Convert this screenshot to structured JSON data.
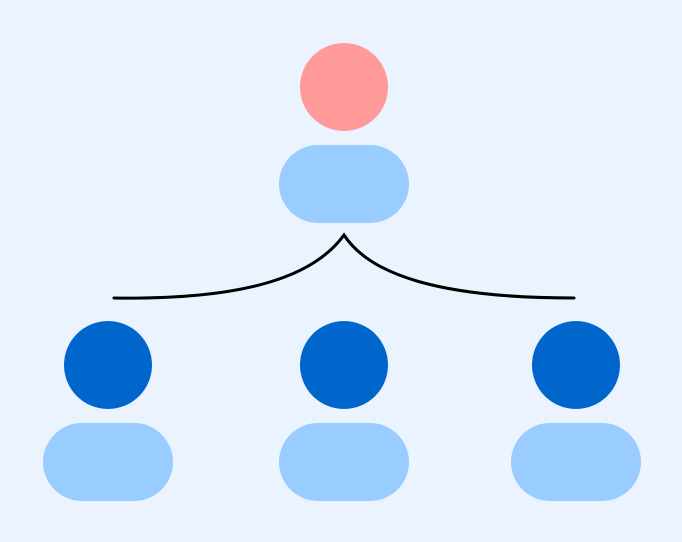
{
  "diagram": {
    "type": "hierarchy",
    "colors": {
      "background": "#EAF3FE",
      "leader_head": "#FF999A",
      "member_head": "#0066CC",
      "body": "#99CCFF",
      "connector": "#000000"
    },
    "nodes": [
      {
        "id": "leader",
        "role": "leader",
        "icon": "person-icon"
      },
      {
        "id": "member-1",
        "role": "member",
        "icon": "person-icon"
      },
      {
        "id": "member-2",
        "role": "member",
        "icon": "person-icon"
      },
      {
        "id": "member-3",
        "role": "member",
        "icon": "person-icon"
      }
    ],
    "edges": [
      {
        "from": "leader",
        "to": "member-1"
      },
      {
        "from": "leader",
        "to": "member-2"
      },
      {
        "from": "leader",
        "to": "member-3"
      }
    ]
  }
}
